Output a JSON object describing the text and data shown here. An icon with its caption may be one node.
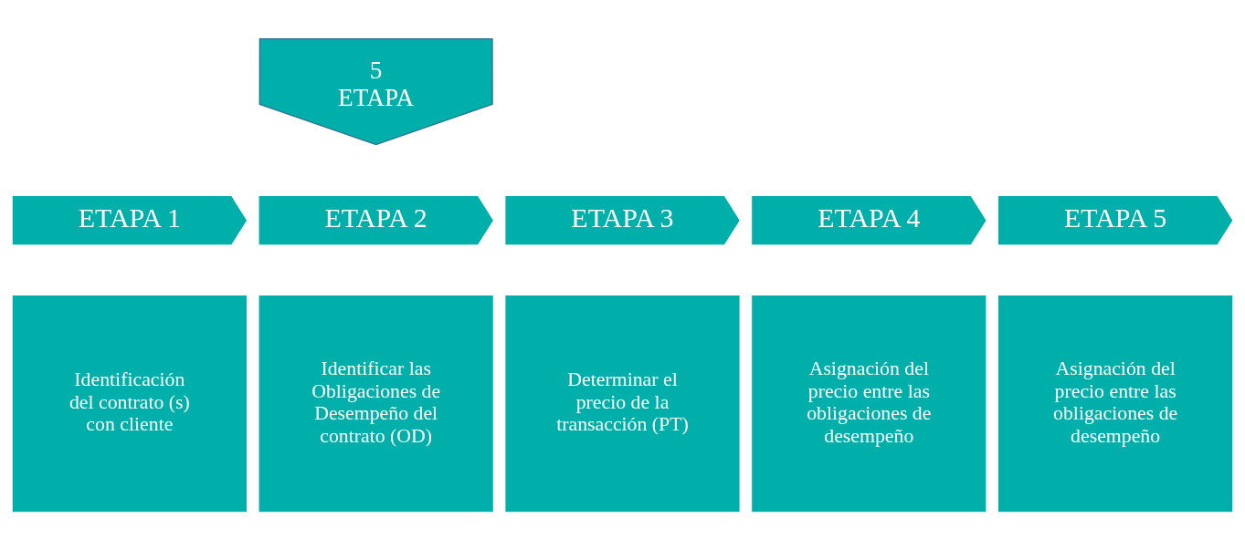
{
  "diagram": {
    "nodes": [
      {
        "text": [
          "5",
          "ETAPA"
        ]
      },
      {
        "text": [
          "ETAPA 1"
        ]
      },
      {
        "text": [
          "ETAPA 2"
        ]
      },
      {
        "text": [
          "ETAPA 3"
        ]
      },
      {
        "text": [
          "ETAPA 4"
        ]
      },
      {
        "text": [
          "ETAPA 5"
        ]
      },
      {
        "text": [
          "Identificación del contrato (s) con cliente"
        ]
      },
      {
        "text": [
          "Identificar las Obligaciones de Desempeño del contrato (OD)"
        ]
      },
      {
        "text": [
          "Determinar el precio de la transacción (PT)"
        ]
      },
      {
        "text": [
          "Asignación del precio entre las obligaciones de desempeño"
        ]
      },
      {
        "text": [
          "Asignación del precio entre las obligaciones de desempeño"
        ]
      }
    ],
    "edges": []
  }
}
